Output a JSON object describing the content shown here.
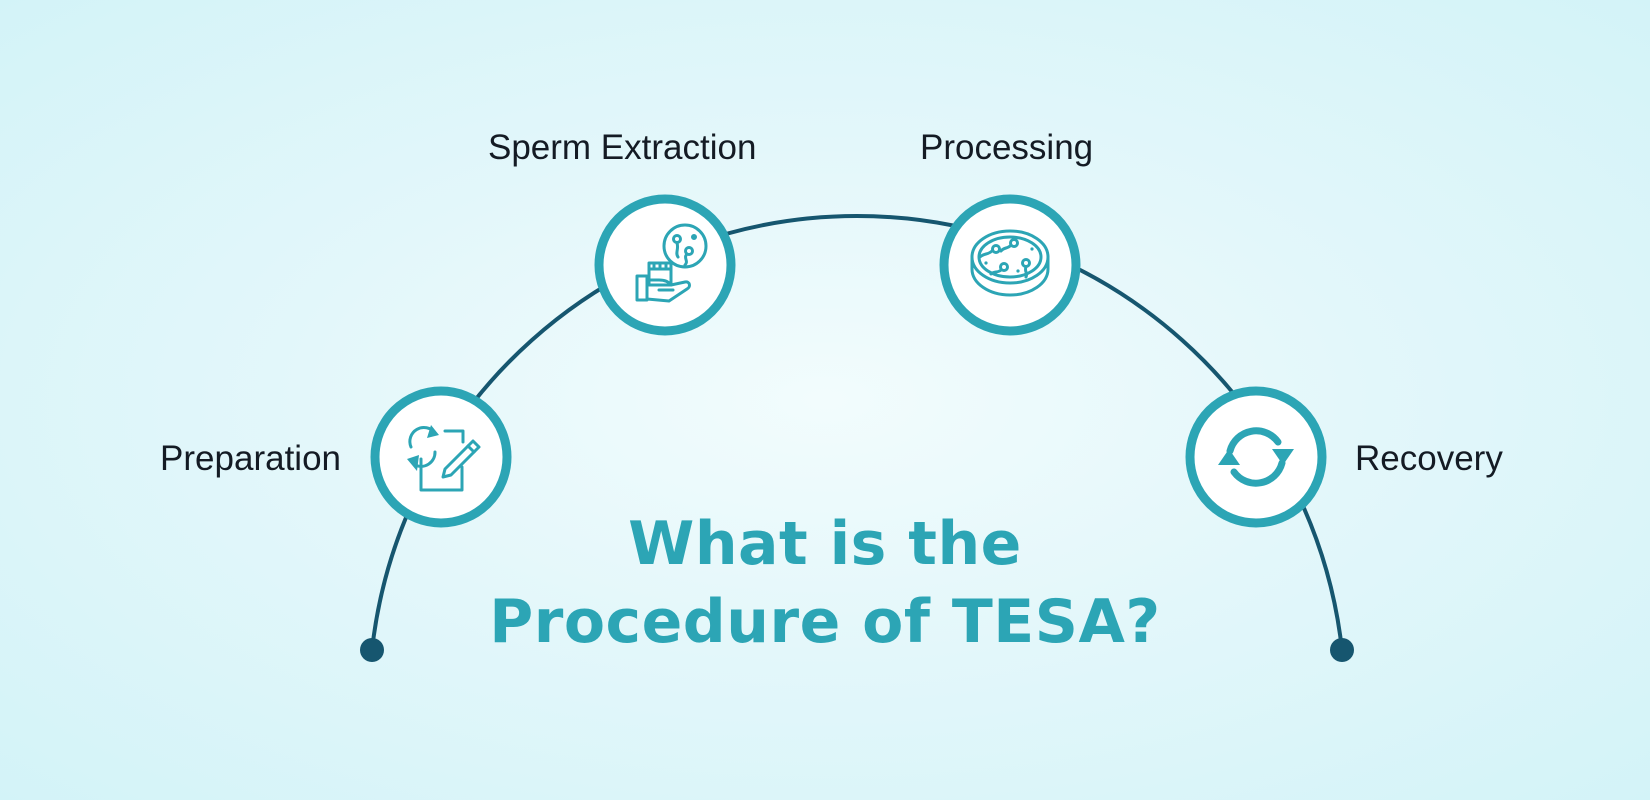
{
  "title": {
    "line1": "What is the",
    "line2": "Procedure of TESA?"
  },
  "steps": [
    {
      "label": "Preparation",
      "icon": "refresh-edit-icon"
    },
    {
      "label": "Sperm Extraction",
      "icon": "hand-sample-sperm-icon"
    },
    {
      "label": "Processing",
      "icon": "petri-dish-sperm-icon"
    },
    {
      "label": "Recovery",
      "icon": "circular-arrows-icon"
    }
  ],
  "colors": {
    "accent": "#2ca5b5",
    "arc": "#16566f",
    "text": "#141b24",
    "background": "#d3f3f8"
  }
}
